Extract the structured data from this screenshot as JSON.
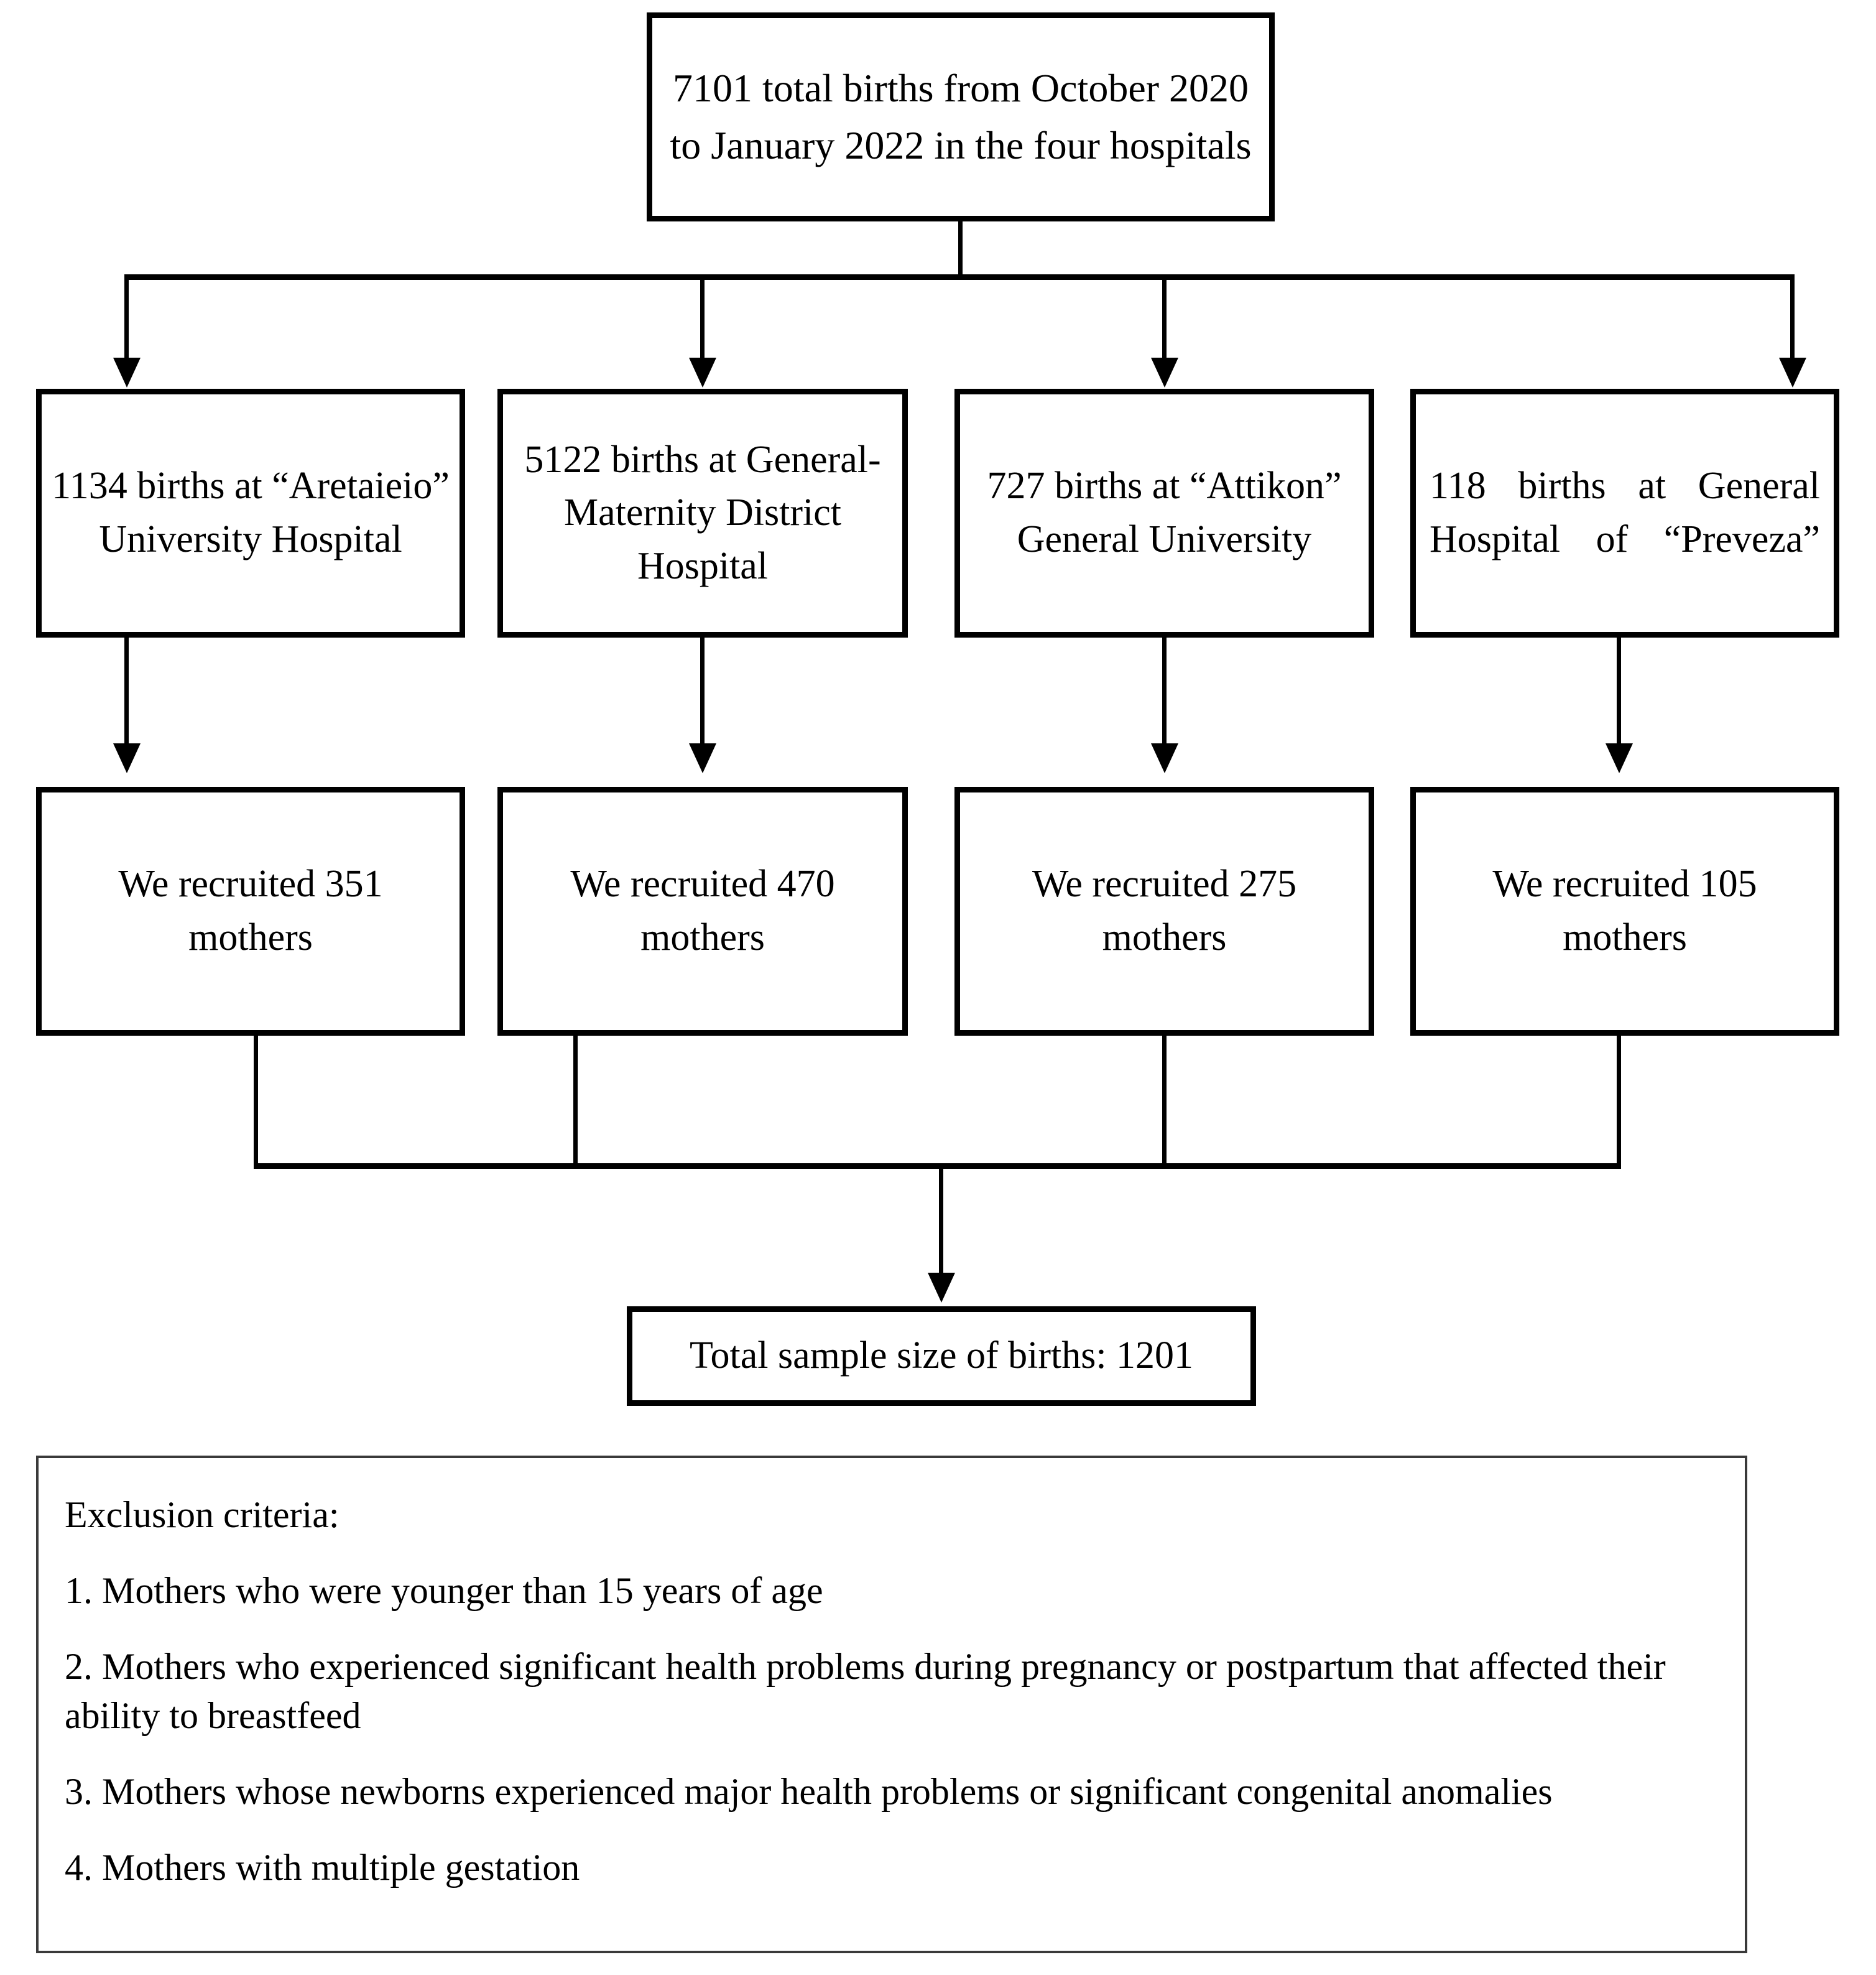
{
  "figure": {
    "type": "flowchart",
    "orientation": "top-down",
    "background_color": "#ffffff",
    "line_color": "#000000"
  },
  "root": {
    "label": "7101 total births from October 2020 to January 2022 in the four hospitals"
  },
  "hospitals": [
    {
      "label": "1134 births at “Aretaieio” University Hospital",
      "births": 1134,
      "name": "“Aretaieio” University Hospital"
    },
    {
      "label": "5122 births at General-Maternity District Hospital",
      "births": 5122,
      "name": "General-Maternity District Hospital"
    },
    {
      "label": "727 births at “Attikon” General University",
      "births": 727,
      "name": "“Attikon” General University"
    },
    {
      "label": "118 births at General Hospital of “Preveza”",
      "births": 118,
      "name": "General Hospital of “Preveza”"
    }
  ],
  "recruited": [
    {
      "label": "We recruited 351 mothers",
      "count": 351
    },
    {
      "label": "We recruited 470 mothers",
      "count": 470
    },
    {
      "label": "We recruited 275 mothers",
      "count": 275
    },
    {
      "label": "We recruited 105 mothers",
      "count": 105
    }
  ],
  "total": {
    "label": "Total sample size of births: 1201",
    "value": 1201
  },
  "exclusion": {
    "heading": "Exclusion criteria:",
    "items": [
      "1. Mothers who were younger than 15 years of age",
      "2. Mothers who experienced significant health problems during pregnancy or postpartum that affected their   ability to breastfeed",
      "3. Mothers whose newborns experienced major health problems or significant congenital anomalies",
      "4. Mothers with multiple gestation"
    ]
  }
}
